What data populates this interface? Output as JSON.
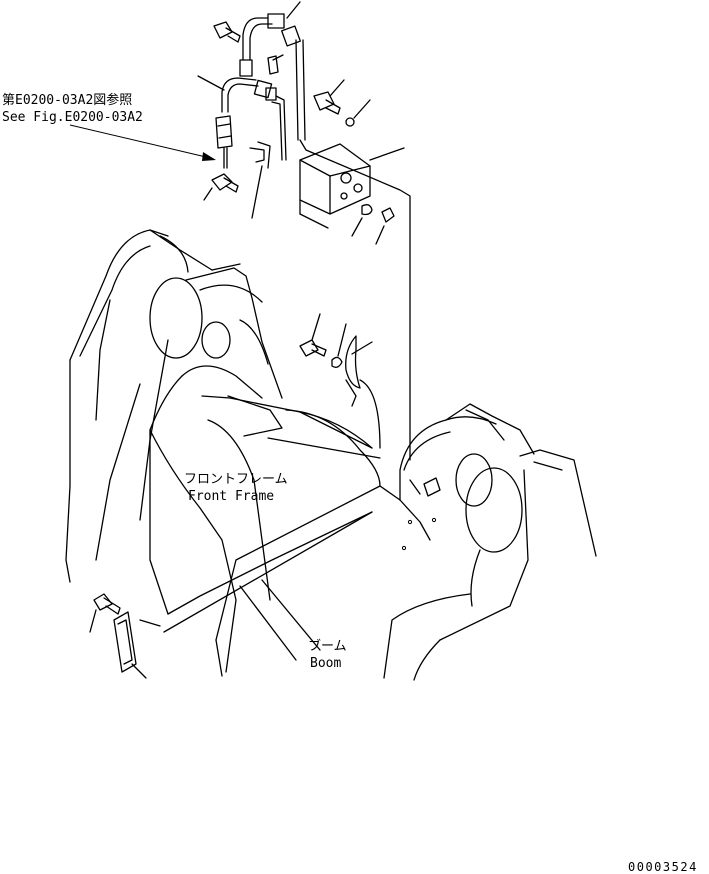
{
  "reference": {
    "line_jp": "第E0200-03A2図参照",
    "line_en": "See Fig.E0200-03A2"
  },
  "labels": {
    "front_frame_jp": "フロントフレーム",
    "front_frame_en": "Front Frame",
    "boom_jp": "ブーム",
    "boom_en": "Boom"
  },
  "drawing_number": "00003524"
}
